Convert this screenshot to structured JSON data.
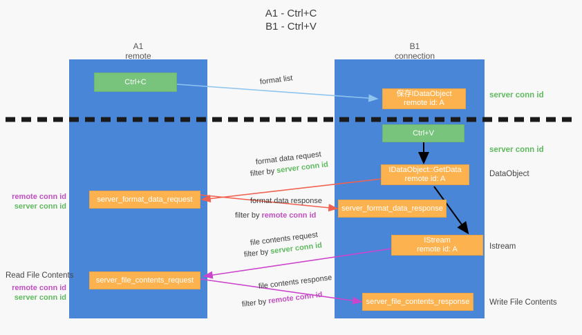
{
  "title": {
    "line1": "A1 - Ctrl+C",
    "line2": "B1 - Ctrl+V"
  },
  "columns": [
    {
      "name": "A1",
      "sub": "remote"
    },
    {
      "name": "B1",
      "sub": "connection"
    }
  ],
  "colors": {
    "lane": "#4a86d8",
    "green_box": "#79c47c",
    "orange_box": "#fcb24f",
    "server_conn_id": "#5fb95f",
    "remote_conn_id": "#c14fc1",
    "arrow_blue": "#8ec5ee",
    "arrow_red": "#f1614f",
    "arrow_magenta": "#cc44cc",
    "arrow_black": "#000000",
    "divider": "#1a1a1a"
  },
  "boxes": {
    "ctrl_c": {
      "label": "Ctrl+C"
    },
    "ctrl_v": {
      "label": "Ctrl+V"
    },
    "save_idataobject": {
      "line1": "保存IDataObject",
      "line2": "remote id: A"
    },
    "getdata": {
      "line1": "IDataObject::GetData",
      "line2": "remote id: A"
    },
    "istream": {
      "line1": "IStream",
      "line2": "remote id: A"
    },
    "server_format_data_request": {
      "label": "server_format_data_request"
    },
    "server_format_data_response": {
      "label": "server_format_data_response"
    },
    "server_file_contents_request": {
      "label": "server_file_contents_request"
    },
    "server_file_contents_response": {
      "label": "server_file_contents_response"
    }
  },
  "right_labels": {
    "server_conn_id_top": "server conn id",
    "server_conn_id_mid": "server conn id",
    "dataobject": "DataObject",
    "istream": "Istream",
    "write_file_contents": "Write File Contents"
  },
  "left_labels": {
    "read_file_contents": "Read File Contents",
    "remote_conn_id": "remote conn id",
    "server_conn_id": "server conn id"
  },
  "edges": [
    {
      "id": "format-list",
      "text": "format list"
    },
    {
      "id": "format-data-request",
      "text": "format data request",
      "filter_prefix": "filter by ",
      "filter_value": "server conn id",
      "filter_color": "server"
    },
    {
      "id": "format-data-response",
      "text": "format data response",
      "filter_prefix": "filter by ",
      "filter_value": "remote conn id",
      "filter_color": "remote"
    },
    {
      "id": "file-contents-request",
      "text": "file contents request",
      "filter_prefix": "filter by ",
      "filter_value": "server conn id",
      "filter_color": "server"
    },
    {
      "id": "file-contents-response",
      "text": "file contents response",
      "filter_prefix": "filter by ",
      "filter_value": "remote conn id",
      "filter_color": "remote"
    }
  ]
}
